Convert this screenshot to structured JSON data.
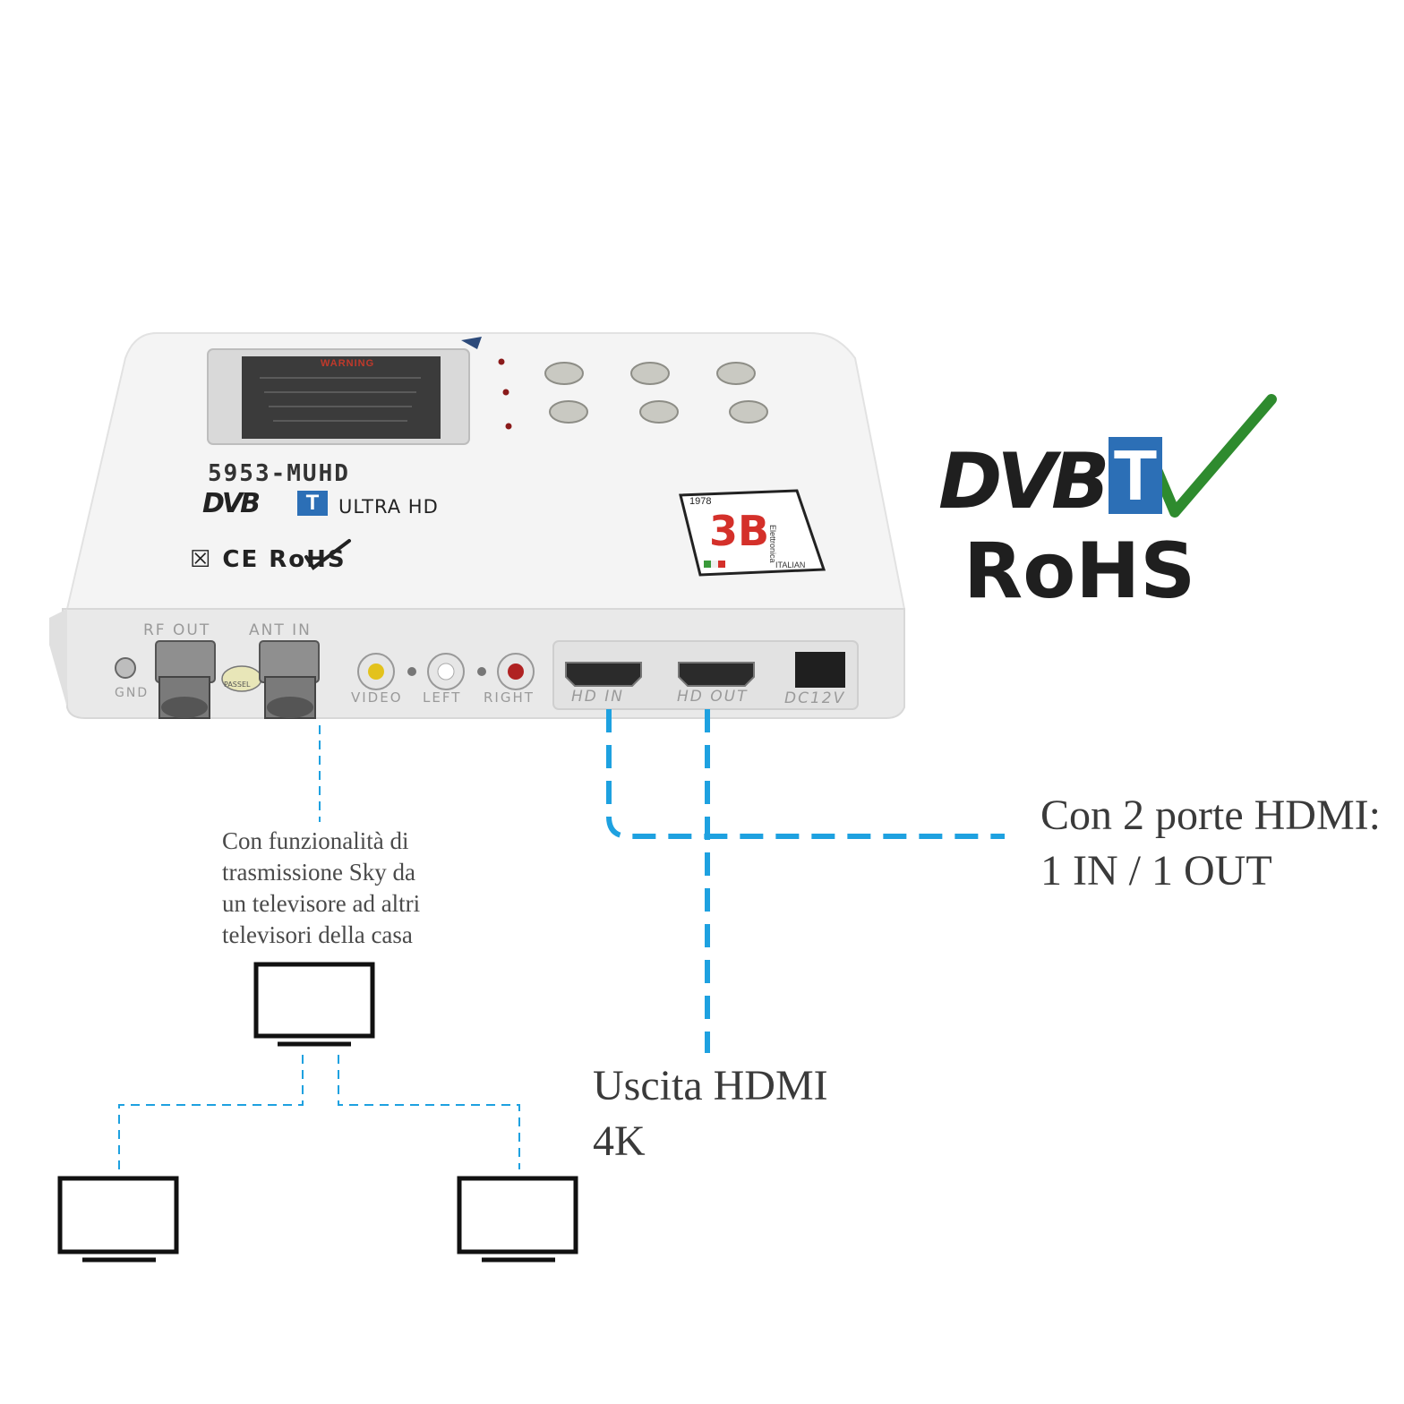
{
  "device": {
    "model": "5953-MUHD",
    "dvb_mark": "DVB",
    "dvb_t": "T",
    "resolution_label": "ULTRA HD",
    "certifications": "☒ CE RoHS",
    "screen_warning": "WARNING",
    "brand_badge": {
      "year": "1978",
      "logo": "3B",
      "side_text": "Elettronica",
      "origin": "ITALIAN"
    },
    "ports": {
      "rf_out": "RF OUT",
      "ant_in": "ANT IN",
      "gnd": "GND",
      "passel": "PASSEL",
      "video": "VIDEO",
      "left": "LEFT",
      "right": "RIGHT",
      "hd_in": "HD IN",
      "hd_out": "HD OUT",
      "dc": "DC12V"
    }
  },
  "logos": {
    "dvb": "DVB",
    "t": "T",
    "rohs": "RoHS"
  },
  "captions": {
    "sky_lines": [
      "Con funzionalità di",
      "trasmissione Sky da",
      "un televisore ad altri",
      "televisori della casa"
    ],
    "hdmi_ports_lines": [
      "Con 2 porte HDMI:",
      "1 IN / 1 OUT"
    ],
    "hdmi_output_lines": [
      "Uscita HDMI",
      "4K"
    ]
  },
  "colors": {
    "dash_blue": "#1ea1e0",
    "dvb_blue": "#2c6fb6",
    "check_green": "#2e8b2e",
    "badge_red": "#d4302a"
  }
}
